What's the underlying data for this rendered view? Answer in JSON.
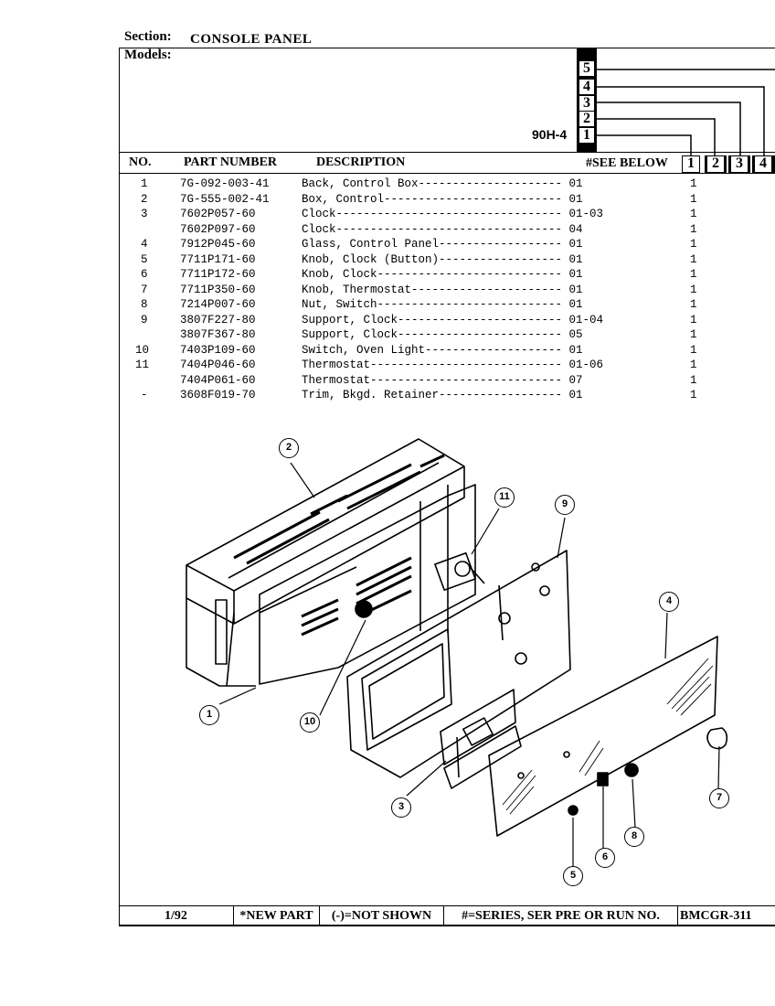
{
  "header": {
    "section_label": "Section:",
    "section_value": "CONSOLE PANEL",
    "models_label": "Models:",
    "model_name": "90H-4"
  },
  "series_boxes": [
    "1",
    "2",
    "3",
    "4",
    "5"
  ],
  "columns": {
    "no": "NO.",
    "part_number": "PART NUMBER",
    "description": "DESCRIPTION",
    "see_below": "#SEE BELOW",
    "series": [
      "1",
      "2",
      "3",
      "4"
    ]
  },
  "parts": [
    {
      "no": "1",
      "part": "7G-092-003-41",
      "desc": "Back, Control Box--------------------- 01",
      "qty": "1"
    },
    {
      "no": "2",
      "part": "7G-555-002-41",
      "desc": "Box, Control-------------------------- 01",
      "qty": "1"
    },
    {
      "no": "3",
      "part": "7602P057-60",
      "desc": "Clock--------------------------------- 01-03",
      "qty": "1"
    },
    {
      "no": "",
      "part": "7602P097-60",
      "desc": "Clock--------------------------------- 04",
      "qty": "1"
    },
    {
      "no": "4",
      "part": "7912P045-60",
      "desc": "Glass, Control Panel------------------ 01",
      "qty": "1"
    },
    {
      "no": "5",
      "part": "7711P171-60",
      "desc": "Knob, Clock (Button)------------------ 01",
      "qty": "1"
    },
    {
      "no": "6",
      "part": "7711P172-60",
      "desc": "Knob, Clock--------------------------- 01",
      "qty": "1"
    },
    {
      "no": "7",
      "part": "7711P350-60",
      "desc": "Knob, Thermostat---------------------- 01",
      "qty": "1"
    },
    {
      "no": "8",
      "part": "7214P007-60",
      "desc": "Nut, Switch--------------------------- 01",
      "qty": "1"
    },
    {
      "no": "9",
      "part": "3807F227-80",
      "desc": "Support, Clock------------------------ 01-04",
      "qty": "1"
    },
    {
      "no": "",
      "part": "3807F367-80",
      "desc": "Support, Clock------------------------ 05",
      "qty": "1"
    },
    {
      "no": "10",
      "part": "7403P109-60",
      "desc": "Switch, Oven Light-------------------- 01",
      "qty": "1"
    },
    {
      "no": "11",
      "part": "7404P046-60",
      "desc": "Thermostat---------------------------- 01-06",
      "qty": "1"
    },
    {
      "no": "",
      "part": "7404P061-60",
      "desc": "Thermostat---------------------------- 07",
      "qty": "1"
    },
    {
      "no": "-",
      "part": "3608F019-70",
      "desc": "Trim, Bkgd. Retainer------------------ 01",
      "qty": "1"
    }
  ],
  "callouts": [
    "1",
    "2",
    "3",
    "4",
    "5",
    "6",
    "7",
    "8",
    "9",
    "10",
    "11"
  ],
  "footer": {
    "date": "1/92",
    "new_part": "*NEW PART",
    "not_shown": "(-)=NOT SHOWN",
    "series_note": "#=SERIES, SER PRE OR RUN NO.",
    "doc_code": "BMCGR-311"
  }
}
